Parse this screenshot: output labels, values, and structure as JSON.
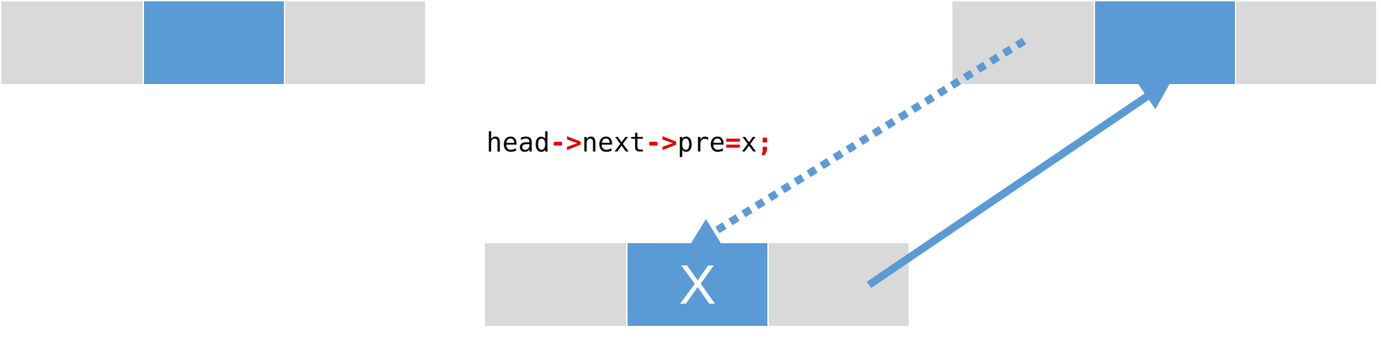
{
  "diagram": {
    "nodes": [
      {
        "id": "left",
        "label": ""
      },
      {
        "id": "right",
        "label": ""
      },
      {
        "id": "x",
        "label": "X"
      }
    ],
    "code": {
      "tokens": [
        {
          "text": "head",
          "kind": "sym"
        },
        {
          "text": "->",
          "kind": "op"
        },
        {
          "text": "next",
          "kind": "sym"
        },
        {
          "text": "->",
          "kind": "op"
        },
        {
          "text": "pre",
          "kind": "sym"
        },
        {
          "text": "=",
          "kind": "op"
        },
        {
          "text": "x",
          "kind": "sym"
        },
        {
          "text": ";",
          "kind": "op"
        }
      ]
    },
    "colors": {
      "cell_grey": "#d9d9d9",
      "cell_blue": "#5b9bd5",
      "arrow": "#5b9bd5",
      "code_operator": "#e30000",
      "code_text": "#000000"
    },
    "arrows": [
      {
        "from": "x",
        "to": "right",
        "style": "solid"
      },
      {
        "from": "right",
        "to": "x",
        "style": "dotted"
      }
    ]
  }
}
